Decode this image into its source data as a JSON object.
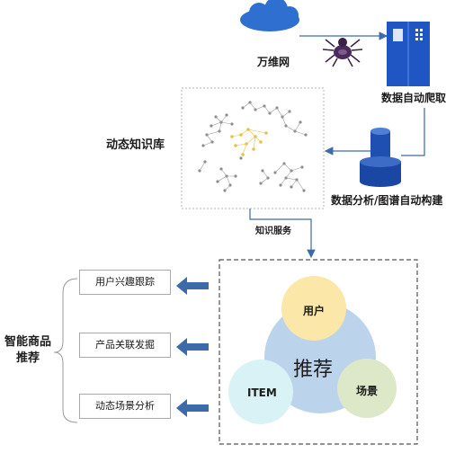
{
  "diagram": {
    "web": {
      "label": "万维网"
    },
    "crawler": {
      "label": "数据自动爬取"
    },
    "kb": {
      "label": "动态知识库"
    },
    "analysis": {
      "label": "数据分析/图谱自动构建"
    },
    "service": {
      "label": "知识服务"
    },
    "recommend": {
      "center": "推荐",
      "user": "用户",
      "item": "ITEM",
      "scene": "场景"
    },
    "apps": {
      "group": "智能商品推荐",
      "items": [
        "用户兴趣跟踪",
        "产品关联发掘",
        "动态场景分析"
      ]
    }
  },
  "colors": {
    "cloud": "#2f6fcf",
    "server": "#1f56c4",
    "arrow_blue": "#3d6aa8",
    "circle_center": "#bcd3ec",
    "circle_user": "#fbe7a8",
    "circle_item": "#d9f2f6",
    "circle_scene": "#dce8c8"
  }
}
